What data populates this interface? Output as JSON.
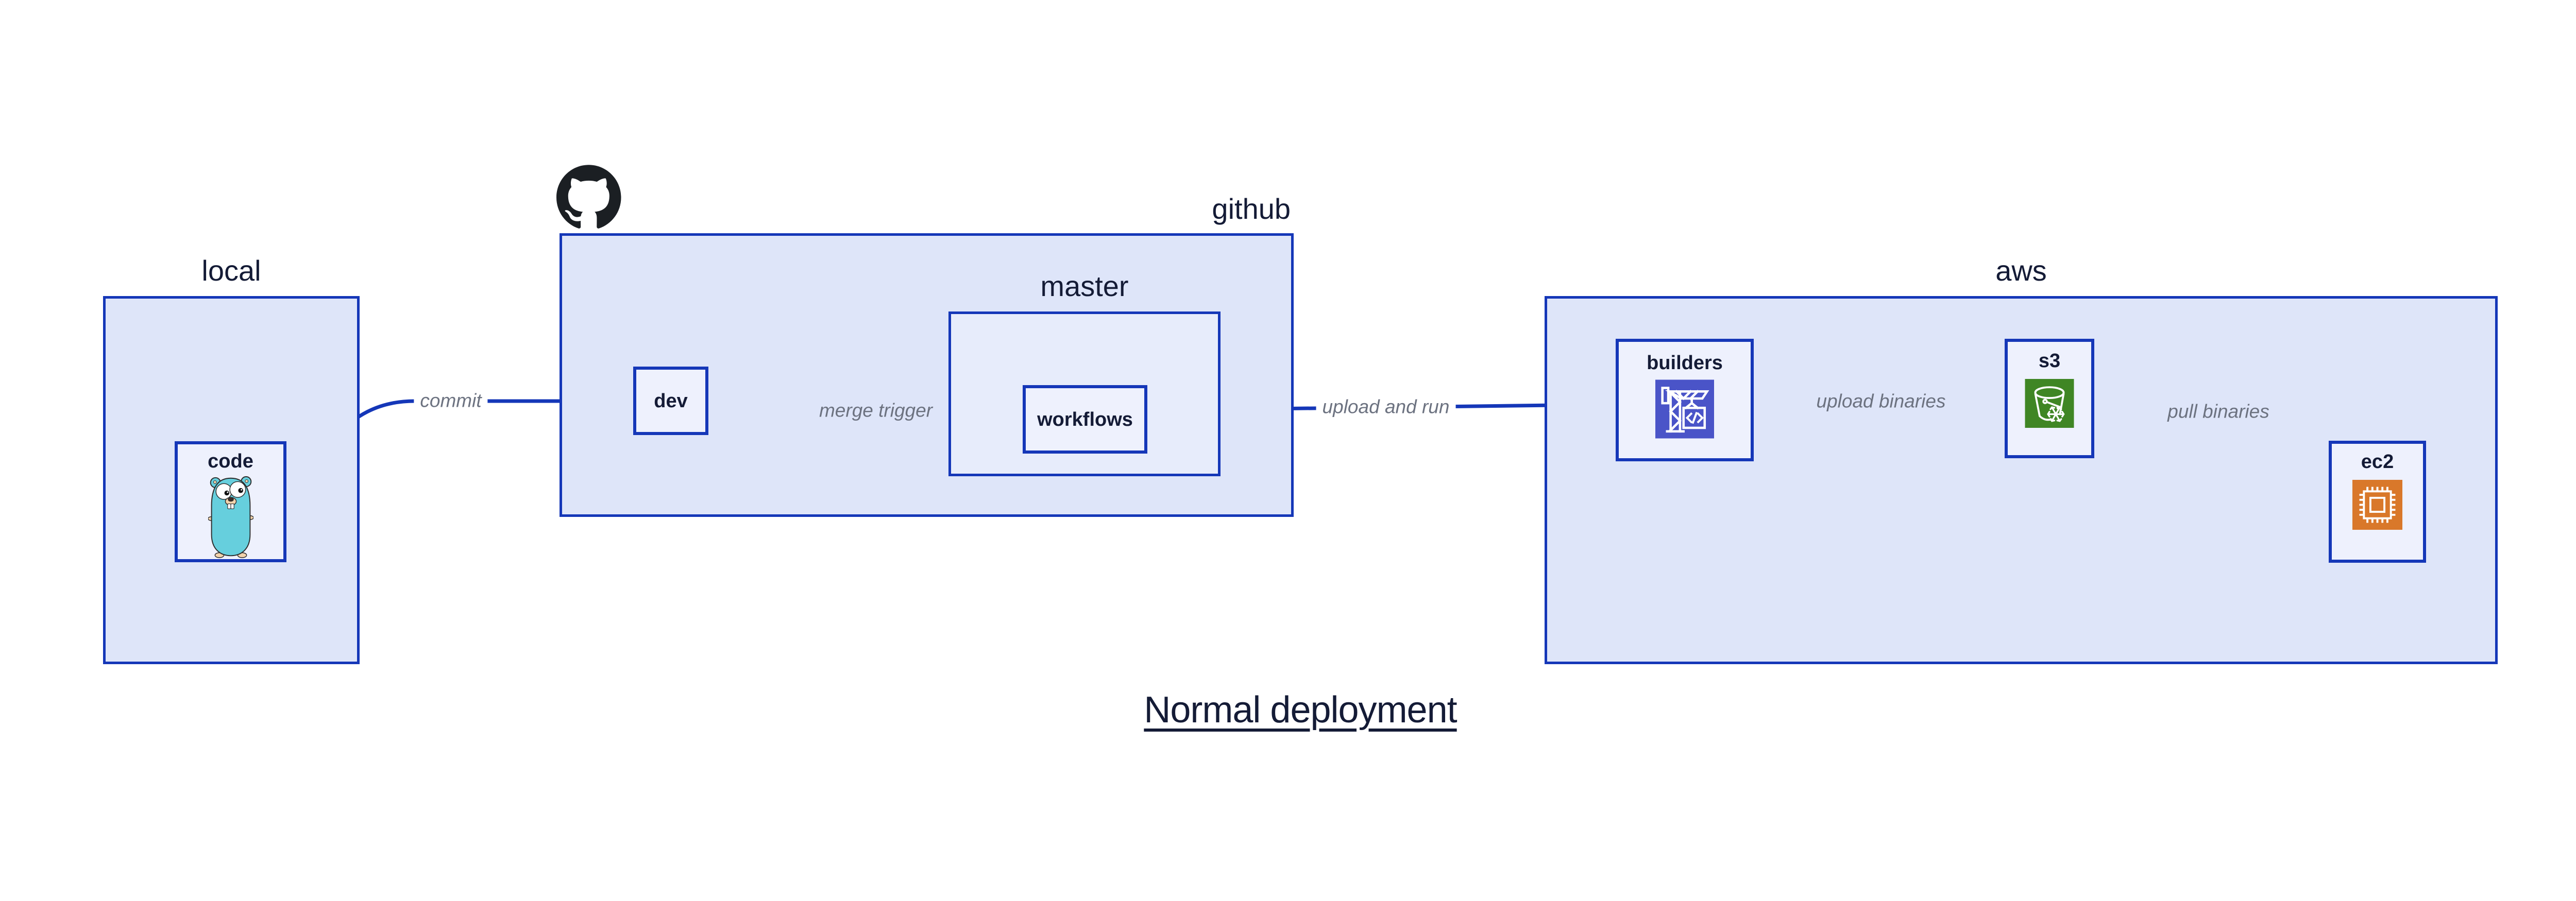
{
  "title": {
    "text": "Normal deployment"
  },
  "containers": {
    "local": {
      "label": "local"
    },
    "github": {
      "label": "github"
    },
    "master": {
      "label": "master"
    },
    "aws": {
      "label": "aws"
    }
  },
  "nodes": {
    "code": {
      "label": "code",
      "icon": "go-gopher-icon"
    },
    "dev": {
      "label": "dev"
    },
    "workflows": {
      "label": "workflows"
    },
    "builders": {
      "label": "builders",
      "icon": "codebuild-crane-icon"
    },
    "s3": {
      "label": "s3",
      "icon": "s3-bucket-snowflake-icon"
    },
    "ec2": {
      "label": "ec2",
      "icon": "ec2-chip-icon"
    }
  },
  "edges": {
    "commit": {
      "label": "commit",
      "from": "code",
      "to": "dev"
    },
    "merge_trigger": {
      "label": "merge trigger",
      "from": "dev",
      "to": "workflows"
    },
    "upload_and_run": {
      "label": "upload and run",
      "from": "workflows",
      "to": "builders"
    },
    "upload_binaries": {
      "label": "upload binaries",
      "from": "builders",
      "to": "s3"
    },
    "pull_binaries": {
      "label": "pull binaries",
      "from": "s3",
      "to": "ec2"
    }
  },
  "logo": {
    "name": "github-octocat-icon"
  },
  "colors": {
    "edge_blue": "#1537b8",
    "container_fill": "#dee5f9",
    "master_fill": "#e7ecfb",
    "node_fill": "#eef1fd",
    "label_navy": "#141b36",
    "edge_label_gray": "#6c7280",
    "codebuild_indigo": "#4a54c8",
    "s3_green": "#3f8624",
    "ec2_orange": "#d9782a",
    "gopher_teal": "#66cfdd",
    "github_black": "#1b1f23",
    "background": "#ffffff"
  }
}
